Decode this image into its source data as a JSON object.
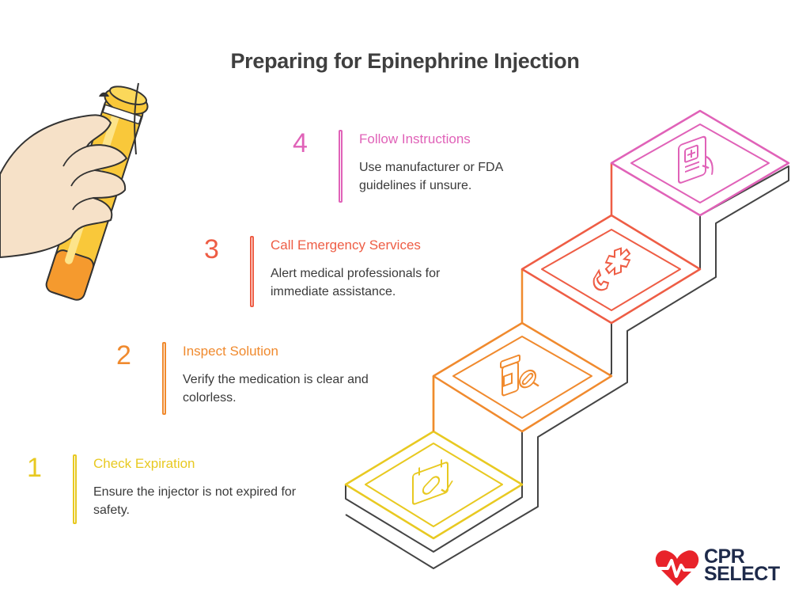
{
  "title": "Preparing for Epinephrine Injection",
  "steps": [
    {
      "number": "1",
      "heading": "Check Expiration",
      "description": "Ensure the injector is not expired for safety.",
      "color": "#e8c921",
      "icon": "calendar-pill-icon"
    },
    {
      "number": "2",
      "heading": "Inspect Solution",
      "description": "Verify the medication is clear and colorless.",
      "color": "#f08a2e",
      "icon": "pill-bottle-magnifier-icon"
    },
    {
      "number": "3",
      "heading": "Call Emergency Services",
      "description": "Alert medical professionals for immediate assistance.",
      "color": "#ee5d45",
      "icon": "phone-medical-icon"
    },
    {
      "number": "4",
      "heading": "Follow Instructions",
      "description": "Use manufacturer or FDA guidelines if unsure.",
      "color": "#e062b8",
      "icon": "tablet-medical-icon"
    }
  ],
  "logo": {
    "line1": "CPR",
    "line2": "SELECT",
    "color": "#e8232a"
  }
}
